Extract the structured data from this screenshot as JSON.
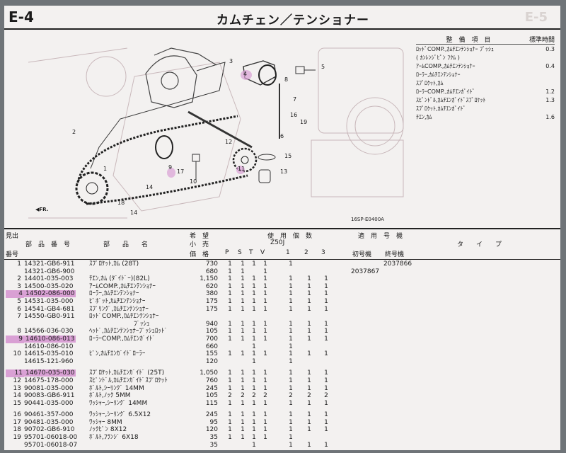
{
  "header": {
    "section_code": "E-4",
    "title": "カムチェン／テンショナー",
    "ghost_code": "E-5"
  },
  "diagram": {
    "callouts": [
      "1",
      "2",
      "3",
      "4",
      "5",
      "6",
      "7",
      "8",
      "9",
      "10",
      "11",
      "12",
      "13",
      "14",
      "14",
      "15",
      "16",
      "17",
      "18",
      "19"
    ],
    "code": "16SP-E0400A",
    "front_label": "FR."
  },
  "sidebox": {
    "col_item": "整　備　項　目",
    "col_time": "標準時間",
    "rows": [
      {
        "name": "ﾛｯﾄﾞCOMP.,ｶﾑﾁｴﾝﾃﾝｼｮﾅｰ ﾌﾞｯｼｭ",
        "val": "0.3"
      },
      {
        "name": "( ｶﾝﾚﾝｼﾞﾋﾟﾝ ﾌｸﾑ )",
        "val": ""
      },
      {
        "name": "ｱｰﾑCOMP.,ｶﾑﾁｴﾝﾃﾝｼｮﾅｰ",
        "val": "0.4"
      },
      {
        "name": "ﾛｰﾗｰ,ｶﾑﾁｴﾝﾃﾝｼｮﾅｰ",
        "val": ""
      },
      {
        "name": "ｽﾌﾟﾛｹｯﾄ,ｶﾑ",
        "val": ""
      },
      {
        "name": "ﾛｰﾗｰCOMP.,ｶﾑﾁｴﾝｶﾞｲﾄﾞ",
        "val": "1.2"
      },
      {
        "name": "ｽﾋﾟﾝﾄﾞﾙ,ｶﾑﾁｴﾝｶﾞｲﾄﾞｽﾌﾟﾛｹｯﾄ",
        "val": "1.3"
      },
      {
        "name": "ｽﾌﾟﾛｹｯﾄ,ｶﾑﾁｴﾝｶﾞｲﾄﾞ",
        "val": ""
      },
      {
        "name": "ﾁｴﾝ,ｶﾑ",
        "val": "1.6"
      }
    ]
  },
  "table": {
    "hdr_ref_top": "見出",
    "hdr_ref_bottom": "番号",
    "hdr_partno": "部　品　番　号",
    "hdr_desc": "部　　品　　名",
    "hdr_qty_top": "希　望",
    "hdr_qty_mid": "小　売",
    "hdr_qty_bot": "価　格",
    "hdr_usage": "使　用　個　数",
    "hdr_model": "Z50J",
    "hdr_cols": [
      "P",
      "S",
      "T",
      "V",
      "1",
      "2",
      "3"
    ],
    "hdr_apply": "適　用　号　機",
    "hdr_type": "タ　　イ　　プ",
    "hdr_first": "初号機",
    "hdr_last": "終号機",
    "rows": [
      {
        "ref": "1",
        "pn": "14321-GB6-911",
        "desc": "ｽﾌﾟﾛｹｯﾄ,ｶﾑ (28T)",
        "price": "730",
        "q": [
          "1",
          "1",
          "1",
          "1",
          "1",
          "",
          ""
        ],
        "s1": "",
        "s2": "2037866"
      },
      {
        "ref": "",
        "pn": "14321-GB6-900",
        "desc": "",
        "price": "680",
        "q": [
          "1",
          "1",
          "",
          "1",
          "",
          "",
          ""
        ],
        "s1": "2037867",
        "s2": ""
      },
      {
        "ref": "2",
        "pn": "14401-035-003",
        "desc": "ﾁｴﾝ,ｶﾑ (ﾀﾞｲﾄﾞｰ)(82L)",
        "price": "1,150",
        "q": [
          "1",
          "1",
          "1",
          "1",
          "1",
          "1",
          "1"
        ],
        "s1": "",
        "s2": ""
      },
      {
        "ref": "3",
        "pn": "14500-035-020",
        "desc": "ｱｰﾑCOMP.,ｶﾑﾁｴﾝﾃﾝｼｮﾅｰ",
        "price": "620",
        "q": [
          "1",
          "1",
          "1",
          "1",
          "1",
          "1",
          "1"
        ],
        "s1": "",
        "s2": ""
      },
      {
        "ref": "4",
        "pn": "14502-086-000",
        "desc": "ﾛｰﾗｰ,ｶﾑﾁｴﾝﾃﾝｼｮﾅｰ",
        "price": "380",
        "q": [
          "1",
          "1",
          "1",
          "1",
          "1",
          "1",
          "1"
        ],
        "s1": "",
        "s2": "",
        "hl": true
      },
      {
        "ref": "5",
        "pn": "14531-035-000",
        "desc": "ﾋﾟﾎﾞｯﾄ,ｶﾑﾁｴﾝﾃﾝｼｮﾅｰ",
        "price": "175",
        "q": [
          "1",
          "1",
          "1",
          "1",
          "1",
          "1",
          "1"
        ],
        "s1": "",
        "s2": ""
      },
      {
        "ref": "6",
        "pn": "14541-GB4-681",
        "desc": "ｽﾌﾟﾘﾝｸﾞ,ｶﾑﾁｴﾝﾃﾝｼｮﾅｰ",
        "price": "175",
        "q": [
          "1",
          "1",
          "1",
          "1",
          "1",
          "1",
          "1"
        ],
        "s1": "",
        "s2": ""
      },
      {
        "ref": "7",
        "pn": "14550-GB0-911",
        "desc": "ﾛｯﾄﾞCOMP.,ｶﾑﾁｴﾝﾃﾝｼｮﾅｰ",
        "price": "",
        "q": [
          "",
          "",
          "",
          "",
          "",
          "",
          ""
        ],
        "s1": "",
        "s2": ""
      },
      {
        "ref": "",
        "pn": "",
        "desc": "　　　　　　　ﾌﾞｯｼｭ",
        "price": "940",
        "q": [
          "1",
          "1",
          "1",
          "1",
          "1",
          "1",
          "1"
        ],
        "s1": "",
        "s2": ""
      },
      {
        "ref": "8",
        "pn": "14566-036-030",
        "desc": "ﾍｯﾄﾞ,ｶﾑﾁｴﾝﾃﾝｼｮﾅｰﾌﾟｯｼｭﾛｯﾄﾞ",
        "price": "105",
        "q": [
          "1",
          "1",
          "1",
          "1",
          "1",
          "1",
          "1"
        ],
        "s1": "",
        "s2": ""
      },
      {
        "ref": "9",
        "pn": "14610-086-013",
        "desc": "ﾛｰﾗｰCOMP.,ｶﾑﾁｴﾝｶﾞｲﾄﾞ",
        "price": "700",
        "q": [
          "1",
          "1",
          "1",
          "1",
          "1",
          "1",
          "1"
        ],
        "s1": "",
        "s2": "",
        "hl": true
      },
      {
        "ref": "",
        "pn": "14610-086-010",
        "desc": "",
        "price": "660",
        "q": [
          "",
          "",
          "1",
          "",
          "1",
          "",
          ""
        ],
        "s1": "",
        "s2": ""
      },
      {
        "ref": "10",
        "pn": "14615-035-010",
        "desc": "ﾋﾟﾝ,ｶﾑﾁｴﾝｶﾞｲﾄﾞﾛｰﾗｰ",
        "price": "155",
        "q": [
          "1",
          "1",
          "1",
          "1",
          "1",
          "1",
          "1"
        ],
        "s1": "",
        "s2": ""
      },
      {
        "ref": "",
        "pn": "14615-121-960",
        "desc": "",
        "price": "120",
        "q": [
          "",
          "",
          "1",
          "",
          "1",
          "",
          ""
        ],
        "s1": "",
        "s2": ""
      },
      {
        "gap": true
      },
      {
        "ref": "11",
        "pn": "14670-035-030",
        "desc": "ｽﾌﾟﾛｹｯﾄ,ｶﾑﾁｴﾝｶﾞｲﾄﾞ (25T)",
        "price": "1,050",
        "q": [
          "1",
          "1",
          "1",
          "1",
          "1",
          "1",
          "1"
        ],
        "s1": "",
        "s2": "",
        "hl": true
      },
      {
        "ref": "12",
        "pn": "14675-178-000",
        "desc": "ｽﾋﾟﾝﾄﾞﾙ,ｶﾑﾁｴﾝｶﾞｲﾄﾞｽﾌﾟﾛｹｯﾄ",
        "price": "760",
        "q": [
          "1",
          "1",
          "1",
          "1",
          "1",
          "1",
          "1"
        ],
        "s1": "",
        "s2": ""
      },
      {
        "ref": "13",
        "pn": "90081-035-000",
        "desc": "ﾎﾞﾙﾄ,ｼｰﾘﾝｸﾞ 14MM",
        "price": "245",
        "q": [
          "1",
          "1",
          "1",
          "1",
          "1",
          "1",
          "1"
        ],
        "s1": "",
        "s2": ""
      },
      {
        "ref": "14",
        "pn": "90083-GB6-911",
        "desc": "ﾎﾞﾙﾄ,ﾉｯｸ 5MM",
        "price": "105",
        "q": [
          "2",
          "2",
          "2",
          "2",
          "2",
          "2",
          "2"
        ],
        "s1": "",
        "s2": ""
      },
      {
        "ref": "15",
        "pn": "90441-035-000",
        "desc": "ﾜｯｼｬｰ,ｼｰﾘﾝｸﾞ 14MM",
        "price": "115",
        "q": [
          "1",
          "1",
          "1",
          "1",
          "1",
          "1",
          "1"
        ],
        "s1": "",
        "s2": ""
      },
      {
        "gap": true
      },
      {
        "ref": "16",
        "pn": "90461-357-000",
        "desc": "ﾜｯｼｬｰ,ｼｰﾘﾝｸﾞ 6.5X12",
        "price": "245",
        "q": [
          "1",
          "1",
          "1",
          "1",
          "1",
          "1",
          "1"
        ],
        "s1": "",
        "s2": ""
      },
      {
        "ref": "17",
        "pn": "90481-035-000",
        "desc": "ﾜｯｼｬｰ 8MM",
        "price": "95",
        "q": [
          "1",
          "1",
          "1",
          "1",
          "1",
          "1",
          "1"
        ],
        "s1": "",
        "s2": ""
      },
      {
        "ref": "18",
        "pn": "90702-GB6-910",
        "desc": "ﾉｯｸﾋﾟﾝ 8X12",
        "price": "120",
        "q": [
          "1",
          "1",
          "1",
          "1",
          "1",
          "1",
          "1"
        ],
        "s1": "",
        "s2": ""
      },
      {
        "ref": "19",
        "pn": "95701-06018-00",
        "desc": "ﾎﾞﾙﾄ,ﾌﾗﾝｼﾞ 6X18",
        "price": "35",
        "q": [
          "1",
          "1",
          "1",
          "1",
          "1",
          "",
          ""
        ],
        "s1": "",
        "s2": ""
      },
      {
        "ref": "",
        "pn": "95701-06018-07",
        "desc": "",
        "price": "35",
        "q": [
          "",
          "",
          "1",
          "",
          "1",
          "1",
          "1"
        ],
        "s1": "",
        "s2": ""
      }
    ]
  }
}
